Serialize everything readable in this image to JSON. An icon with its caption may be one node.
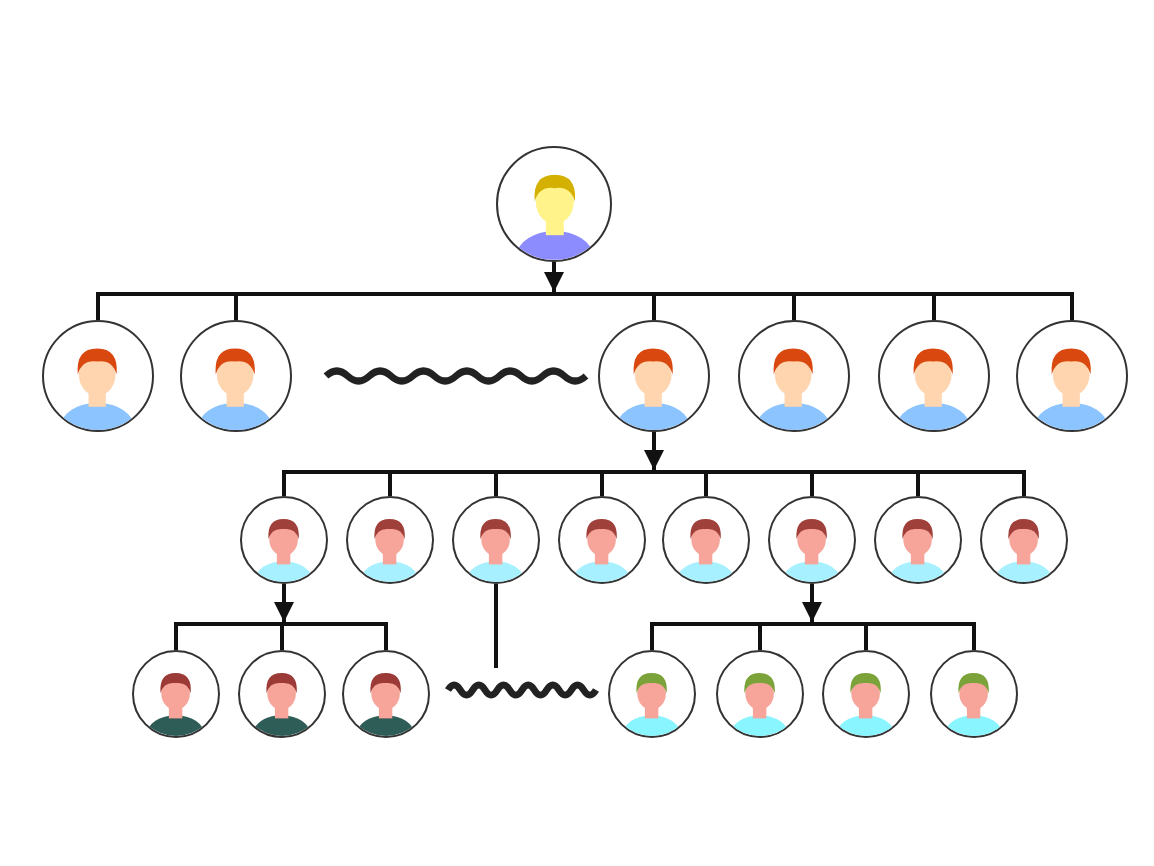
{
  "diagram": {
    "nodes": [
      {
        "text": [],
        "shape": "person"
      },
      {
        "text": [],
        "shape": "bar"
      },
      {
        "text": [],
        "shape": "person"
      },
      {
        "text": [],
        "shape": "person"
      },
      {
        "text": [],
        "shape": "person"
      },
      {
        "text": [],
        "shape": "person"
      },
      {
        "text": [],
        "shape": "person"
      },
      {
        "text": [],
        "shape": "person"
      },
      {
        "text": [],
        "shape": "bar"
      },
      {
        "text": [],
        "shape": "person"
      },
      {
        "text": [],
        "shape": "person"
      },
      {
        "text": [],
        "shape": "person"
      },
      {
        "text": [],
        "shape": "person"
      },
      {
        "text": [],
        "shape": "person"
      },
      {
        "text": [],
        "shape": "person"
      },
      {
        "text": [],
        "shape": "person"
      },
      {
        "text": [],
        "shape": "person"
      },
      {
        "text": [],
        "shape": "bar"
      },
      {
        "text": [],
        "shape": "bar"
      },
      {
        "text": [],
        "shape": "person"
      },
      {
        "text": [],
        "shape": "person"
      },
      {
        "text": [],
        "shape": "person"
      },
      {
        "text": [],
        "shape": "person"
      },
      {
        "text": [],
        "shape": "person"
      },
      {
        "text": [],
        "shape": "person"
      },
      {
        "text": [],
        "shape": "person"
      }
    ],
    "edges": [
      {
        "from": 0,
        "to": 1,
        "arrow": "to"
      },
      {
        "from": 1,
        "to": 2,
        "arrow": "none"
      },
      {
        "from": 1,
        "to": 3,
        "arrow": "none"
      },
      {
        "from": 1,
        "to": 4,
        "arrow": "none"
      },
      {
        "from": 1,
        "to": 5,
        "arrow": "none"
      },
      {
        "from": 1,
        "to": 6,
        "arrow": "none"
      },
      {
        "from": 1,
        "to": 7,
        "arrow": "none"
      },
      {
        "from": 4,
        "to": 8,
        "arrow": "to"
      },
      {
        "from": 8,
        "to": 9,
        "arrow": "none"
      },
      {
        "from": 8,
        "to": 10,
        "arrow": "none"
      },
      {
        "from": 8,
        "to": 11,
        "arrow": "none"
      },
      {
        "from": 8,
        "to": 12,
        "arrow": "none"
      },
      {
        "from": 8,
        "to": 13,
        "arrow": "none"
      },
      {
        "from": 8,
        "to": 14,
        "arrow": "none"
      },
      {
        "from": 8,
        "to": 15,
        "arrow": "none"
      },
      {
        "from": 8,
        "to": 16,
        "arrow": "none"
      },
      {
        "from": 9,
        "to": 17,
        "arrow": "to"
      },
      {
        "from": 11,
        "to": null,
        "arrow": "none"
      },
      {
        "from": 14,
        "to": 18,
        "arrow": "to"
      },
      {
        "from": 17,
        "to": 19,
        "arrow": "none"
      },
      {
        "from": 17,
        "to": 20,
        "arrow": "none"
      },
      {
        "from": 17,
        "to": 21,
        "arrow": "none"
      },
      {
        "from": 18,
        "to": 22,
        "arrow": "none"
      },
      {
        "from": 18,
        "to": 23,
        "arrow": "none"
      },
      {
        "from": 18,
        "to": 24,
        "arrow": "none"
      },
      {
        "from": 18,
        "to": 25,
        "arrow": "none"
      }
    ]
  }
}
